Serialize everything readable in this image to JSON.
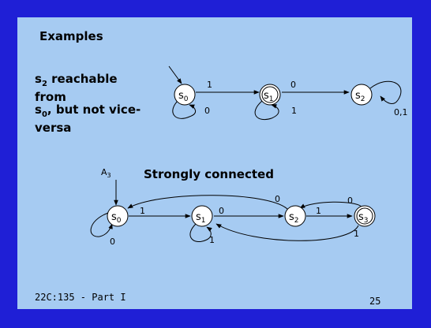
{
  "title": "Examples",
  "description": {
    "line1": "s",
    "line1_sub": "2",
    "line1_rest": " reachable",
    "line2": "from",
    "line3": "s",
    "line3_sub": "0",
    "line3_rest": ", but not vice-",
    "line4": "versa"
  },
  "subheading": "Strongly connected",
  "footer": {
    "course": "22C:135 - Part I",
    "page": "25"
  },
  "diagram1": {
    "states": [
      {
        "label": "s",
        "sub": "0",
        "accepting": false,
        "initial": true
      },
      {
        "label": "s",
        "sub": "1",
        "accepting": true,
        "initial": false
      },
      {
        "label": "s",
        "sub": "2",
        "accepting": false,
        "initial": false
      }
    ],
    "edges": [
      {
        "from": "s0",
        "to": "s1",
        "label": "1"
      },
      {
        "from": "s0",
        "to": "s0",
        "label": "0"
      },
      {
        "from": "s1",
        "to": "s2",
        "label": "0"
      },
      {
        "from": "s1",
        "to": "s1",
        "label": "1"
      },
      {
        "from": "s2",
        "to": "s2",
        "label": "0,1"
      }
    ]
  },
  "diagram2": {
    "automaton_label": "A",
    "automaton_sub": "3",
    "states": [
      {
        "label": "s",
        "sub": "0",
        "accepting": false,
        "initial": true
      },
      {
        "label": "s",
        "sub": "1",
        "accepting": false,
        "initial": false
      },
      {
        "label": "s",
        "sub": "2",
        "accepting": false,
        "initial": false
      },
      {
        "label": "s",
        "sub": "3",
        "accepting": true,
        "initial": false
      }
    ],
    "edges": [
      {
        "from": "s0",
        "to": "s0",
        "label": "0"
      },
      {
        "from": "s0",
        "to": "s1",
        "label": "1"
      },
      {
        "from": "s1",
        "to": "s1",
        "label": "1"
      },
      {
        "from": "s1",
        "to": "s2",
        "label": "0"
      },
      {
        "from": "s2",
        "to": "s0",
        "label": "0"
      },
      {
        "from": "s2",
        "to": "s3",
        "label": "1"
      },
      {
        "from": "s3",
        "to": "s2",
        "label": "0"
      },
      {
        "from": "s3",
        "to": "s1",
        "label": "1"
      }
    ]
  }
}
